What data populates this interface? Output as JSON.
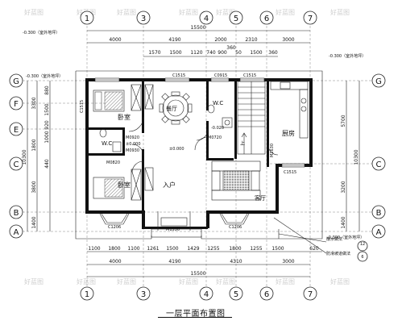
{
  "drawing_title": "一层平面布置图",
  "axes_top": [
    "1",
    "3",
    "4",
    "5",
    "6",
    "7"
  ],
  "axes_bottom": [
    "1",
    "3",
    "4",
    "5",
    "6",
    "7"
  ],
  "axes_left": [
    "G",
    "F",
    "E",
    "C",
    "B",
    "A"
  ],
  "axes_right": [
    "G",
    "C",
    "B",
    "A"
  ],
  "top_total": "15500",
  "top_segments": [
    "4000",
    "4190",
    "2000",
    "2310",
    "3000"
  ],
  "top_sub": [
    "1570",
    "1500",
    "1120",
    "740",
    "900",
    "360",
    "50",
    "1500",
    "360"
  ],
  "bottom_total": "15500",
  "bottom_main": [
    "4000",
    "4190",
    "4310",
    "3000"
  ],
  "bottom_sub": [
    "1100",
    "1800",
    "1100",
    "1261",
    "1500",
    "1429",
    "1255",
    "1800",
    "1255",
    "1500",
    "620"
  ],
  "left_total": "10300",
  "left_segs": [
    "3300",
    "1800",
    "3800",
    "1400"
  ],
  "left_sub": [
    "880",
    "1500",
    "920",
    "1000",
    "440"
  ],
  "right_total": "10300",
  "right_segs": [
    "5700",
    "3200",
    "1400"
  ],
  "level_note": "-0.300（室外地坪）",
  "rooms": {
    "bedroom1": "卧室",
    "dining": "餐厅",
    "wc1": "W.C",
    "wc2": "W.C",
    "kitchen": "厨房",
    "entrance": "入户",
    "living": "客厅",
    "bedroom2": "卧室"
  },
  "labels": {
    "c1515a": "C1515",
    "c0915": "C0915",
    "c1515b": "C1515",
    "c1515c": "C1515",
    "c1515d": "C1515",
    "m0920": "M0920",
    "m0930": "M0930",
    "m0720": "M0720",
    "m0820": "M0820",
    "m1530": "M1530",
    "m1630": "M1630",
    "c1206a": "C1206",
    "c1206b": "C1206",
    "lv0": "±0.000",
    "lv1": "±0.000",
    "lv2": "-0.020",
    "up": "上",
    "drain": "散水做法",
    "ramp": "防滑坡道做法",
    "ref1": "12",
    "ref2": "6"
  },
  "watermark": "好蓝图"
}
